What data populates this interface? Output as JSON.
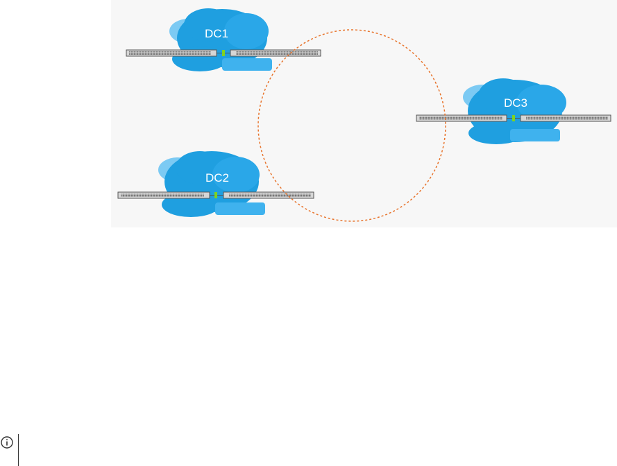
{
  "figure": {
    "clouds": [
      {
        "id": "dc1",
        "label": "DC1"
      },
      {
        "id": "dc2",
        "label": "DC2"
      },
      {
        "id": "dc3",
        "label": "DC3"
      }
    ],
    "colors": {
      "cloud_dark": "#1f9fe0",
      "cloud_mid": "#3fb2ee",
      "cloud_light": "#7ccaf3",
      "switch_body": "#d6d6d6",
      "switch_edge": "#555555",
      "port": "#7a7a7a",
      "link_green": "#7ed321",
      "ring": "#e8742c",
      "background": "#f7f7f7"
    }
  },
  "note": {
    "icon": "info-icon"
  }
}
